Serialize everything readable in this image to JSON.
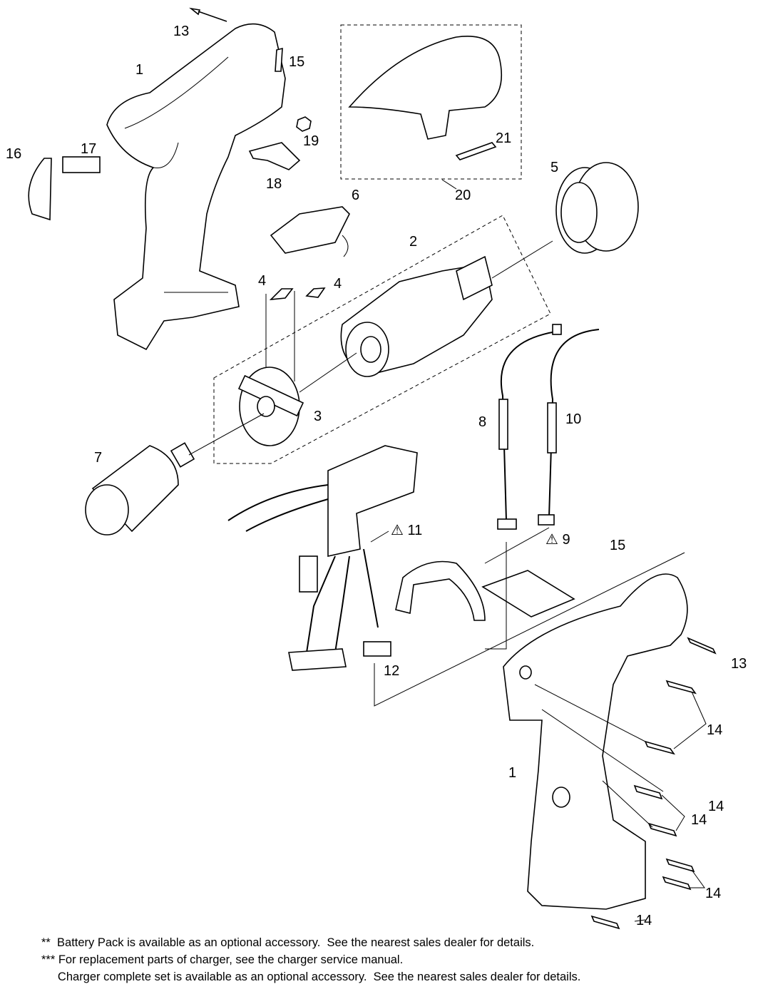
{
  "labels": {
    "l13a": "13",
    "l15a": "15",
    "l1a": "1",
    "l19": "19",
    "l21": "21",
    "l20": "20",
    "l16": "16",
    "l17": "17",
    "l18": "18",
    "l6": "6",
    "l5": "5",
    "l2": "2",
    "l4a": "4",
    "l4b": "4",
    "l3": "3",
    "l7": "7",
    "l8": "8",
    "l10": "10",
    "l11": "⚠ 11",
    "l9": "⚠ 9",
    "l15b": "15",
    "l13b": "13",
    "l12": "12",
    "l14a": "14",
    "l1b": "1",
    "l14b": "14",
    "l14c": "14",
    "l14d": "14",
    "l14e": "14"
  },
  "notes": [
    "**  Battery Pack is available as an optional accessory.  See the nearest sales dealer for details.",
    "*** For replacement parts of charger, see the charger service manual.",
    "     Charger complete set is available as an optional accessory.  See the nearest sales dealer for details."
  ]
}
